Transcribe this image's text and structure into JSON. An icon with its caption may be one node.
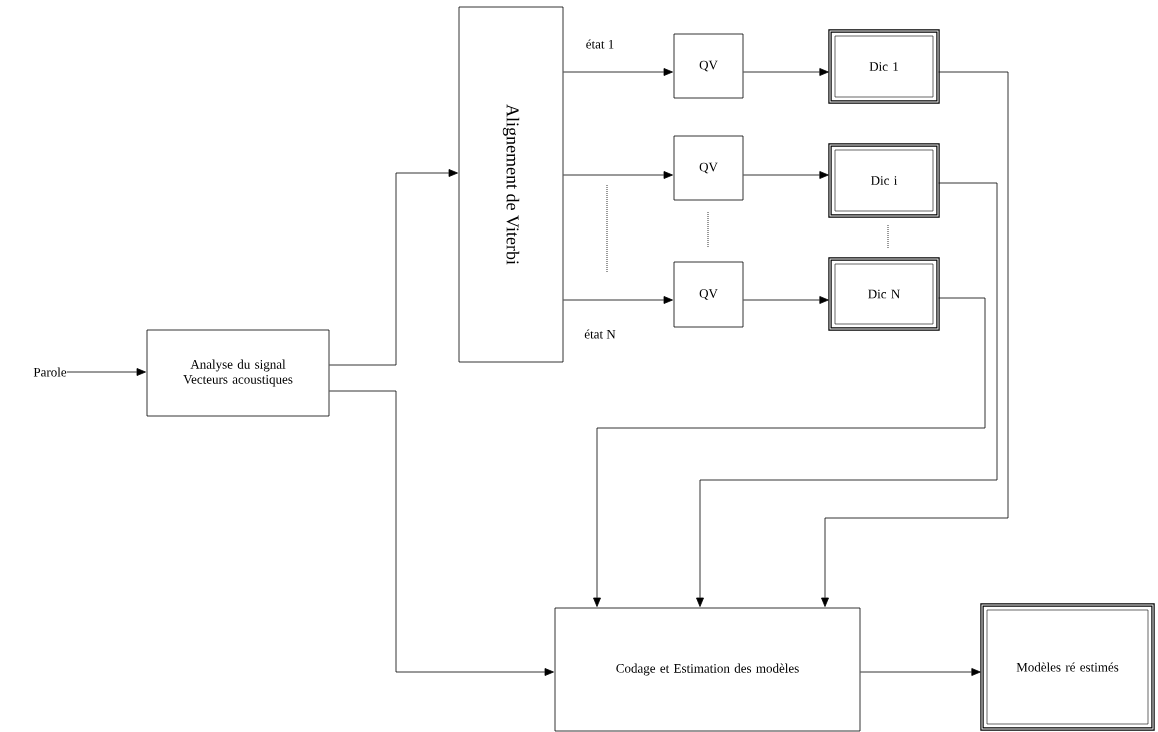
{
  "diagram": {
    "nodes": [
      {
        "text": [
          "Parole"
        ]
      },
      {
        "text": [
          "Analyse du signal Vecteurs acoustiques"
        ]
      },
      {
        "text": [
          "Alignement de Viterbi"
        ]
      },
      {
        "text": [
          "QV"
        ]
      },
      {
        "text": [
          "Dic 1"
        ]
      },
      {
        "text": [
          "QV"
        ]
      },
      {
        "text": [
          "Dic i"
        ]
      },
      {
        "text": [
          "QV"
        ]
      },
      {
        "text": [
          "Dic N"
        ]
      },
      {
        "text": [
          "Codage et Estimation des modèles"
        ]
      },
      {
        "text": [
          "Modèles ré estimés"
        ]
      }
    ],
    "edges": [
      {
        "from": 0,
        "to": 1,
        "arrow": "to"
      },
      {
        "from": 1,
        "to": 2,
        "arrow": "to"
      },
      {
        "from": 1,
        "to": 9,
        "arrow": "to"
      },
      {
        "from": 2,
        "to": 3,
        "arrow": "to",
        "label": "état 1"
      },
      {
        "from": 2,
        "to": 5,
        "arrow": "to"
      },
      {
        "from": 2,
        "to": 7,
        "arrow": "to",
        "label": "état N"
      },
      {
        "from": 3,
        "to": 4,
        "arrow": "to"
      },
      {
        "from": 5,
        "to": 6,
        "arrow": "to"
      },
      {
        "from": 7,
        "to": 8,
        "arrow": "to"
      },
      {
        "from": 4,
        "to": 9,
        "arrow": "to"
      },
      {
        "from": 6,
        "to": 9,
        "arrow": "to"
      },
      {
        "from": 8,
        "to": 9,
        "arrow": "to"
      },
      {
        "from": 9,
        "to": 10,
        "arrow": "to"
      }
    ]
  }
}
